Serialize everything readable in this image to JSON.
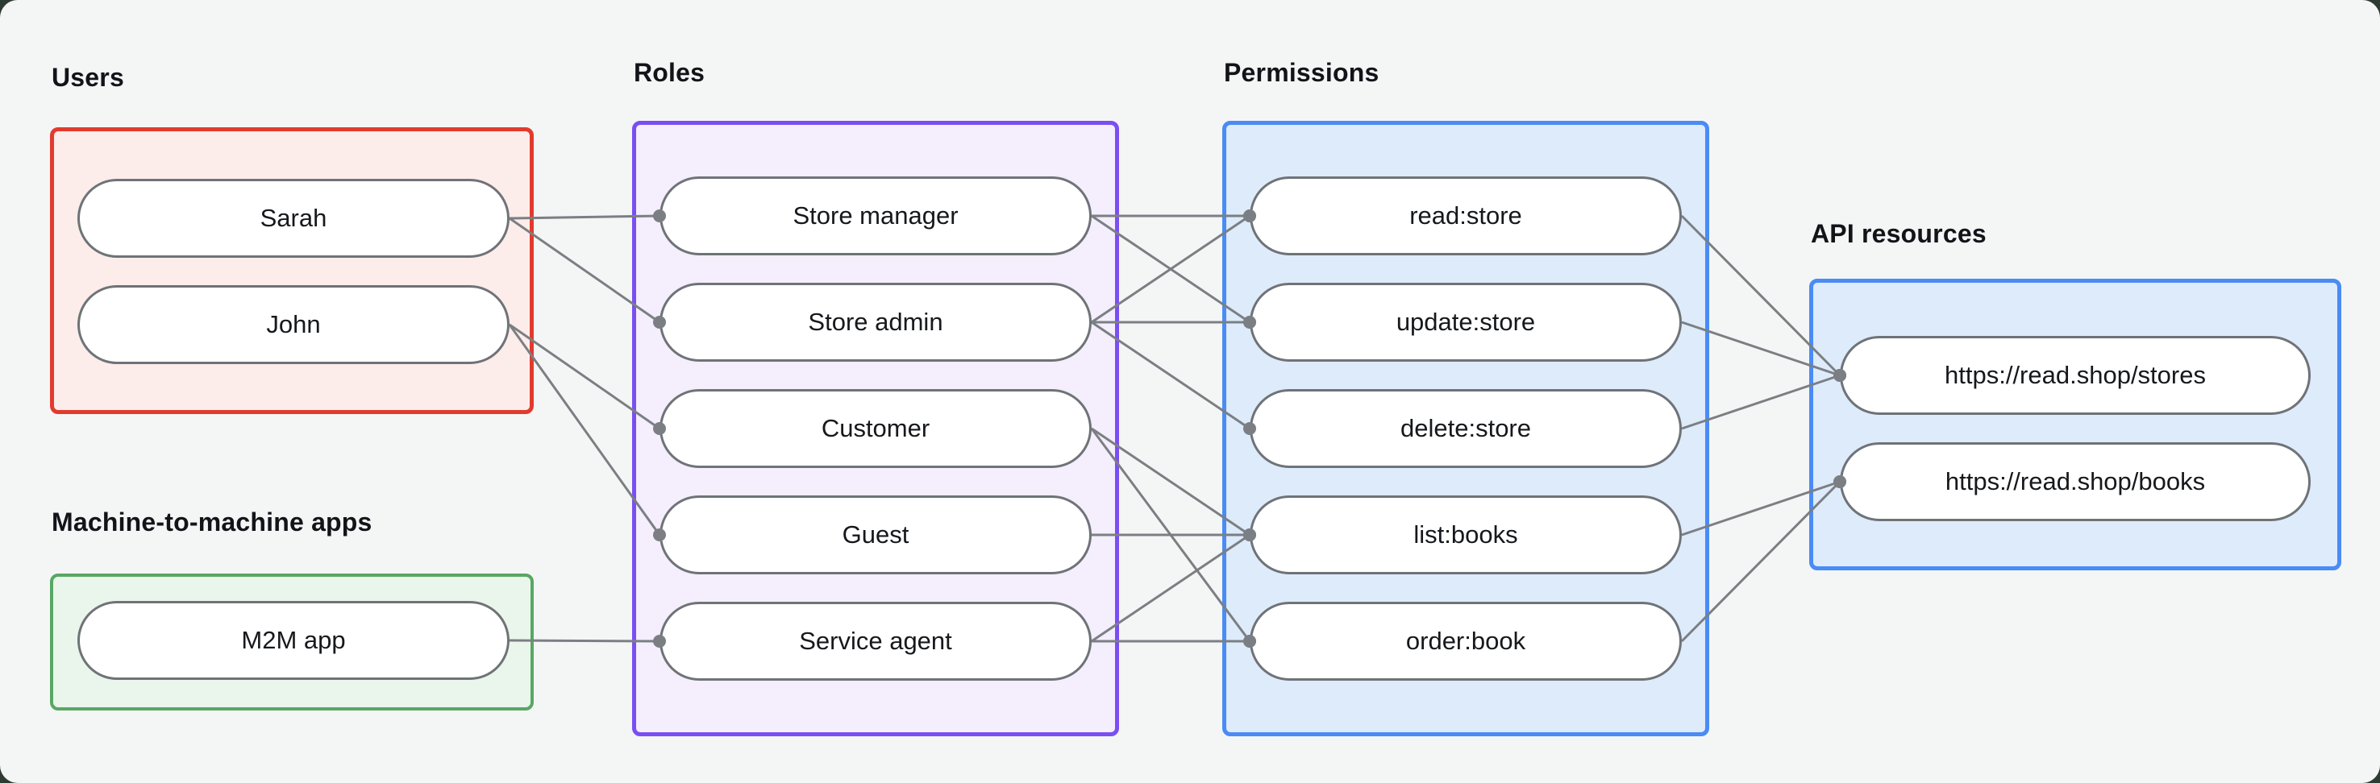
{
  "sections": {
    "users": {
      "label": "Users",
      "items": [
        {
          "id": "sarah",
          "label": "Sarah"
        },
        {
          "id": "john",
          "label": "John"
        }
      ]
    },
    "m2m_apps": {
      "label": "Machine-to-machine apps",
      "items": [
        {
          "id": "m2m-app",
          "label": "M2M app"
        }
      ]
    },
    "roles": {
      "label": "Roles",
      "items": [
        {
          "id": "store-manager",
          "label": "Store manager"
        },
        {
          "id": "store-admin",
          "label": "Store admin"
        },
        {
          "id": "customer",
          "label": "Customer"
        },
        {
          "id": "guest",
          "label": "Guest"
        },
        {
          "id": "service-agent",
          "label": "Service agent"
        }
      ]
    },
    "permissions": {
      "label": "Permissions",
      "items": [
        {
          "id": "read-store",
          "label": "read:store"
        },
        {
          "id": "update-store",
          "label": "update:store"
        },
        {
          "id": "delete-store",
          "label": "delete:store"
        },
        {
          "id": "list-books",
          "label": "list:books"
        },
        {
          "id": "order-book",
          "label": "order:book"
        }
      ]
    },
    "api_resources": {
      "label": "API resources",
      "items": [
        {
          "id": "stores",
          "label": "https://read.shop/stores"
        },
        {
          "id": "books",
          "label": "https://read.shop/books"
        }
      ]
    }
  },
  "connections": [
    {
      "from": "sarah",
      "to": "store-manager"
    },
    {
      "from": "sarah",
      "to": "store-admin"
    },
    {
      "from": "john",
      "to": "customer"
    },
    {
      "from": "john",
      "to": "guest"
    },
    {
      "from": "m2m-app",
      "to": "service-agent"
    },
    {
      "from": "store-manager",
      "to": "read-store"
    },
    {
      "from": "store-manager",
      "to": "update-store"
    },
    {
      "from": "store-admin",
      "to": "read-store"
    },
    {
      "from": "store-admin",
      "to": "update-store"
    },
    {
      "from": "store-admin",
      "to": "delete-store"
    },
    {
      "from": "customer",
      "to": "list-books"
    },
    {
      "from": "customer",
      "to": "order-book"
    },
    {
      "from": "guest",
      "to": "list-books"
    },
    {
      "from": "service-agent",
      "to": "list-books"
    },
    {
      "from": "service-agent",
      "to": "order-book"
    },
    {
      "from": "read-store",
      "to": "stores"
    },
    {
      "from": "update-store",
      "to": "stores"
    },
    {
      "from": "delete-store",
      "to": "stores"
    },
    {
      "from": "list-books",
      "to": "books"
    },
    {
      "from": "order-book",
      "to": "books"
    }
  ],
  "colors": {
    "backdrop": "#2d3b33",
    "background": "#f4f6f5",
    "users_border": "#e23b2e",
    "users_fill": "#fcecea",
    "m2m_border": "#58a763",
    "m2m_fill": "#eaf6eb",
    "roles_border": "#7a4ff2",
    "roles_fill": "#f4eefd",
    "permissions_border": "#4a8bf5",
    "permissions_fill": "#ddebfb",
    "api_border": "#4a8bf5",
    "api_fill": "#ddebfb",
    "node_border": "#6f7377",
    "connector": "#7b7f83",
    "text": "#16181b"
  }
}
